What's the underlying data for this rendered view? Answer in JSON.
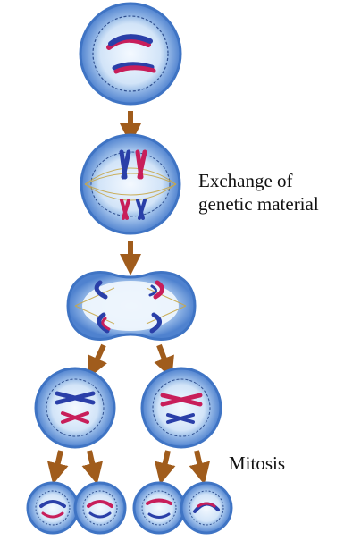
{
  "labels": {
    "exchange_line1": "Exchange of",
    "exchange_line2": "genetic material",
    "mitosis": "Mitosis"
  },
  "colors": {
    "cell_fill": "#9fc3ee",
    "cell_rim": "#3f74c4",
    "nucleus_fill": "#cfe2f8",
    "chromosome_blue": "#2a3fa8",
    "chromosome_red": "#c81e5a",
    "spindle": "#c8a84a",
    "arrow": "#a05c1c",
    "text": "#111111"
  }
}
